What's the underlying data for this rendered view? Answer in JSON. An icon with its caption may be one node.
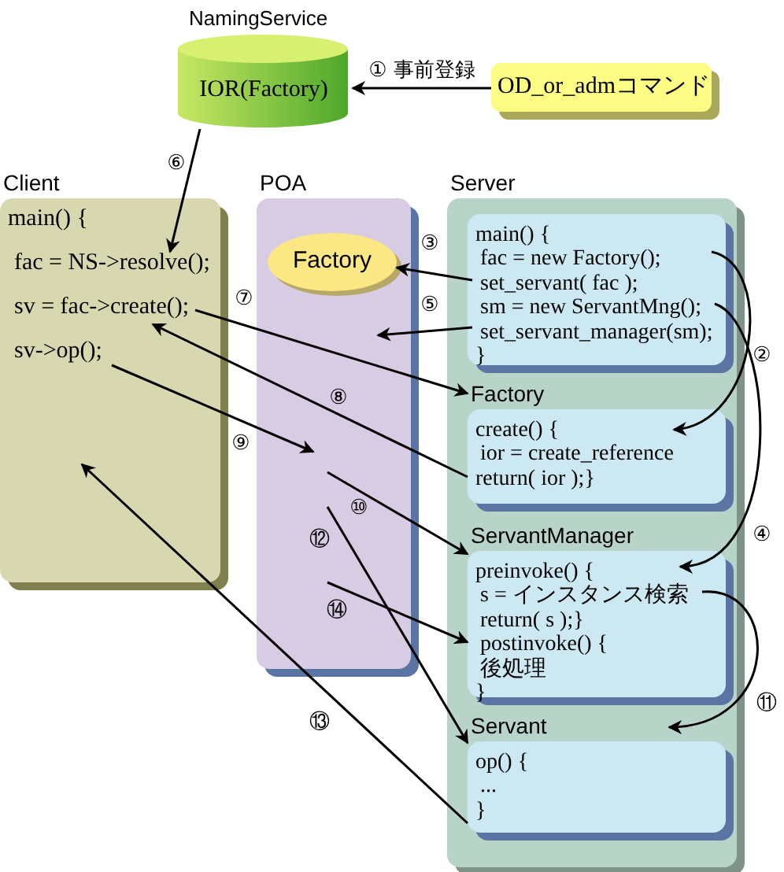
{
  "diagram": {
    "nodes": [
      {
        "text": [
          "NamingService",
          "IOR(Factory)"
        ]
      },
      {
        "text": [
          "OD_or_admコマンド"
        ]
      },
      {
        "text": [
          "Client",
          "main() {"
        ]
      },
      {
        "text": [
          "fac = NS->resolve();"
        ],
        "in": 2
      },
      {
        "text": [
          "sv = fac->create();"
        ],
        "in": 2
      },
      {
        "text": [
          "sv->op();"
        ],
        "in": 2
      },
      {
        "text": [
          "POA"
        ]
      },
      {
        "text": [
          "Factory"
        ],
        "in": 6
      },
      {
        "text": [
          "Server"
        ]
      },
      {
        "text": [
          "main() {",
          "fac = new Factory();",
          "set_servant( fac );",
          "sm = new ServantMng();",
          "set_servant_manager(sm);",
          "}"
        ],
        "in": 8
      },
      {
        "text": [
          "Factory",
          "create() {",
          "ior = create_reference",
          "return( ior );}"
        ],
        "in": 8
      },
      {
        "text": [
          "ServantManager",
          "preinvoke() {",
          "s = インスタンス検索",
          "return( s );}",
          "postinvoke() {",
          "後処理",
          "}"
        ],
        "in": 8
      },
      {
        "text": [
          "Servant",
          "op() {",
          "...",
          "}"
        ],
        "in": 8
      }
    ],
    "edges": [
      {
        "from": 1,
        "to": 0,
        "arrow": "to",
        "label": "① 事前登録"
      },
      {
        "from": 0,
        "to": 3,
        "arrow": "to",
        "label": "⑥"
      },
      {
        "from": 9,
        "to": 7,
        "arrow": "to",
        "label": "③"
      },
      {
        "from": 9,
        "to": 6,
        "arrow": "to",
        "label": "⑤"
      },
      {
        "from": 4,
        "to": 10,
        "arrow": "to",
        "label": "⑦"
      },
      {
        "from": 10,
        "to": 4,
        "arrow": "to",
        "label": "⑧"
      },
      {
        "from": 5,
        "to": null,
        "arrow": "to",
        "label": "⑨"
      },
      {
        "from": null,
        "to": 11,
        "arrow": "to",
        "label": "⑩"
      },
      {
        "from": null,
        "to": 12,
        "arrow": "to",
        "label": "⑫"
      },
      {
        "from": null,
        "to": 11,
        "arrow": "to",
        "label": "⑭"
      },
      {
        "from": 12,
        "to": 2,
        "arrow": "to",
        "label": "⑬"
      },
      {
        "from": 9,
        "to": 10,
        "arrow": "to",
        "label": "②"
      },
      {
        "from": 9,
        "to": 11,
        "arrow": "to",
        "label": "④"
      },
      {
        "from": 11,
        "to": 12,
        "arrow": "to",
        "label": "⑪"
      }
    ]
  }
}
